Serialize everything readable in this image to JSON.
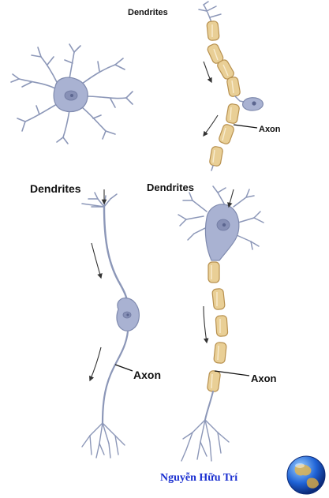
{
  "labels": {
    "top_dendrites": "Dendrites",
    "top_axon": "Axon",
    "bipolar_dendrites": "Dendrites",
    "bipolar_axon": "Axon",
    "myelinated_dendrites": "Dendrites",
    "myelinated_axon": "Axon"
  },
  "author": "Nguyễn Hữu Trí",
  "colors": {
    "neuron": "#8c97b8",
    "cell_body": "#a9b2d2",
    "myelin": "#e9cf96",
    "author_text": "#1a2fd0"
  },
  "icons": [
    "globe-icon"
  ]
}
